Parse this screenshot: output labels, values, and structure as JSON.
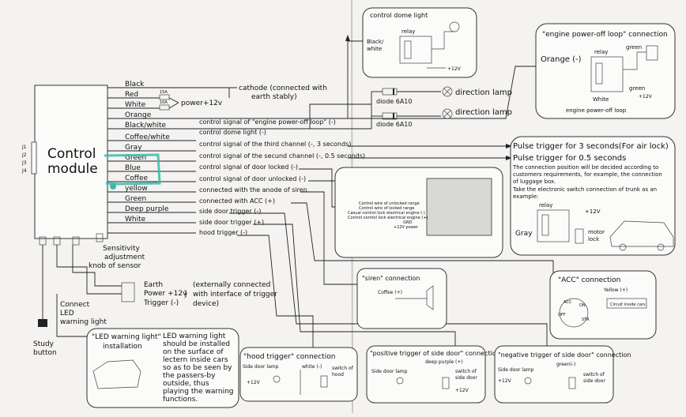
{
  "module": {
    "title_line1": "Control",
    "title_line2": "module",
    "jacks": [
      "J1",
      "J2",
      "J3",
      "J4"
    ],
    "sensitivity": [
      "Sensitivity",
      "adjustment",
      "knob of sensor"
    ]
  },
  "wires": [
    {
      "color": "Black",
      "desc": "cathode (connected  with"
    },
    {
      "color": "Red",
      "desc": "power+12v"
    },
    {
      "color": "White",
      "desc": ""
    },
    {
      "color": "Orange",
      "desc": "control signal of \"engine power-off loop\" (-)"
    },
    {
      "color": "Black/white",
      "desc": "control dome light (-)"
    },
    {
      "color": "Coffee/white",
      "desc": "control signal of the third channel (-, 3 seconds)"
    },
    {
      "color": "Gray",
      "desc": "control signal of the secund channel (-, 0.5 seconds)"
    },
    {
      "color": "Green",
      "desc": "control signal of door locked (-)"
    },
    {
      "color": "Blue",
      "desc": "control signal of door unlocked (-)"
    },
    {
      "color": "Coffee",
      "desc": "connected with the anode of siren"
    },
    {
      "color": "yellow",
      "desc": "connected with ACC (+)"
    },
    {
      "color": "Green",
      "desc": "side door trigger (-)"
    },
    {
      "color": "Deep purple",
      "desc": "side door trigger (+)"
    },
    {
      "color": "White",
      "desc": "hood trigger (-)"
    }
  ],
  "black_extra": "earth stably)",
  "fuses": [
    "15A",
    "10A"
  ],
  "diodes": [
    "diode 6A10",
    "diode 6A10"
  ],
  "direction_lamp": "direction lamp",
  "dome": {
    "title": "control dome light",
    "relay": "relay",
    "wire": [
      "Black/",
      "white"
    ],
    "power": "+12V"
  },
  "engine": {
    "title": "\"engine power-off loop\" connection",
    "orange": "Orange (-)",
    "relay": "relay",
    "green1": "green",
    "green2": "green",
    "white": "White",
    "power": "+12V",
    "caption": "engine power-off loop"
  },
  "pulse": {
    "line1": "Pulse trigger for 3 seconds(For air lock)",
    "line2": "Pulse trigger for 0.5 seconds",
    "body": [
      "The connection position will be decided according to",
      "customers requirements, for example, the connection",
      "of luggage box.",
      "Take the electronic switch connection of trunk as an",
      "example:"
    ],
    "relay": "relay",
    "power": "+12V",
    "gray": "Gray",
    "motor": [
      "motor",
      "lock"
    ]
  },
  "lock_module": {
    "lines": [
      "Control wire of unlocked range",
      "Control wire of locked range",
      "Casual control lock electrical engine (-)",
      "Control control lock electrical engine (+)",
      "GND",
      "+12V power"
    ]
  },
  "siren": {
    "title": "\"siren\" connection",
    "wire": "Coffee (+)"
  },
  "acc": {
    "title": "\"ACC\" connection",
    "yellow": "Yellow (+)",
    "circuit": "Circuit inside cars",
    "key": [
      "ACC",
      "ON",
      "OFF",
      "STR"
    ]
  },
  "trigger": {
    "earth": "Earth",
    "power": "Power +12v",
    "trigger": "Trigger (-)",
    "note": [
      "(externally connected",
      "with interface of trigger",
      "device)"
    ]
  },
  "led": {
    "connect": [
      "Connect",
      "LED",
      "warning light"
    ],
    "study": [
      "Study",
      "button"
    ],
    "title": [
      "\"LED warning light\"",
      "installation"
    ],
    "desc": [
      "LED warning light",
      "should be installed",
      "on the surface of",
      "lectern inside cars",
      "so as to be seen by",
      "the passers-by",
      "outside, thus",
      "playing the warning",
      "functions."
    ]
  },
  "hood": {
    "title": "\"hood trigger\" connection",
    "lamp": "Side door lamp",
    "wire": "white (-)",
    "switch": [
      "switch of",
      "hood"
    ],
    "power": "+12V"
  },
  "pos": {
    "title": "\"positive trigger of side door\" connection",
    "wire": "deep purple (+)",
    "lamp": "Side door lamp",
    "switch": [
      "switch of",
      "side door"
    ],
    "power": "+12V"
  },
  "neg": {
    "title": "\"negative trigger of side door\" connection",
    "wire": "green(-)",
    "lamp": "Side door lamp",
    "switch": [
      "switch of",
      "side door"
    ],
    "power": "+12V"
  }
}
